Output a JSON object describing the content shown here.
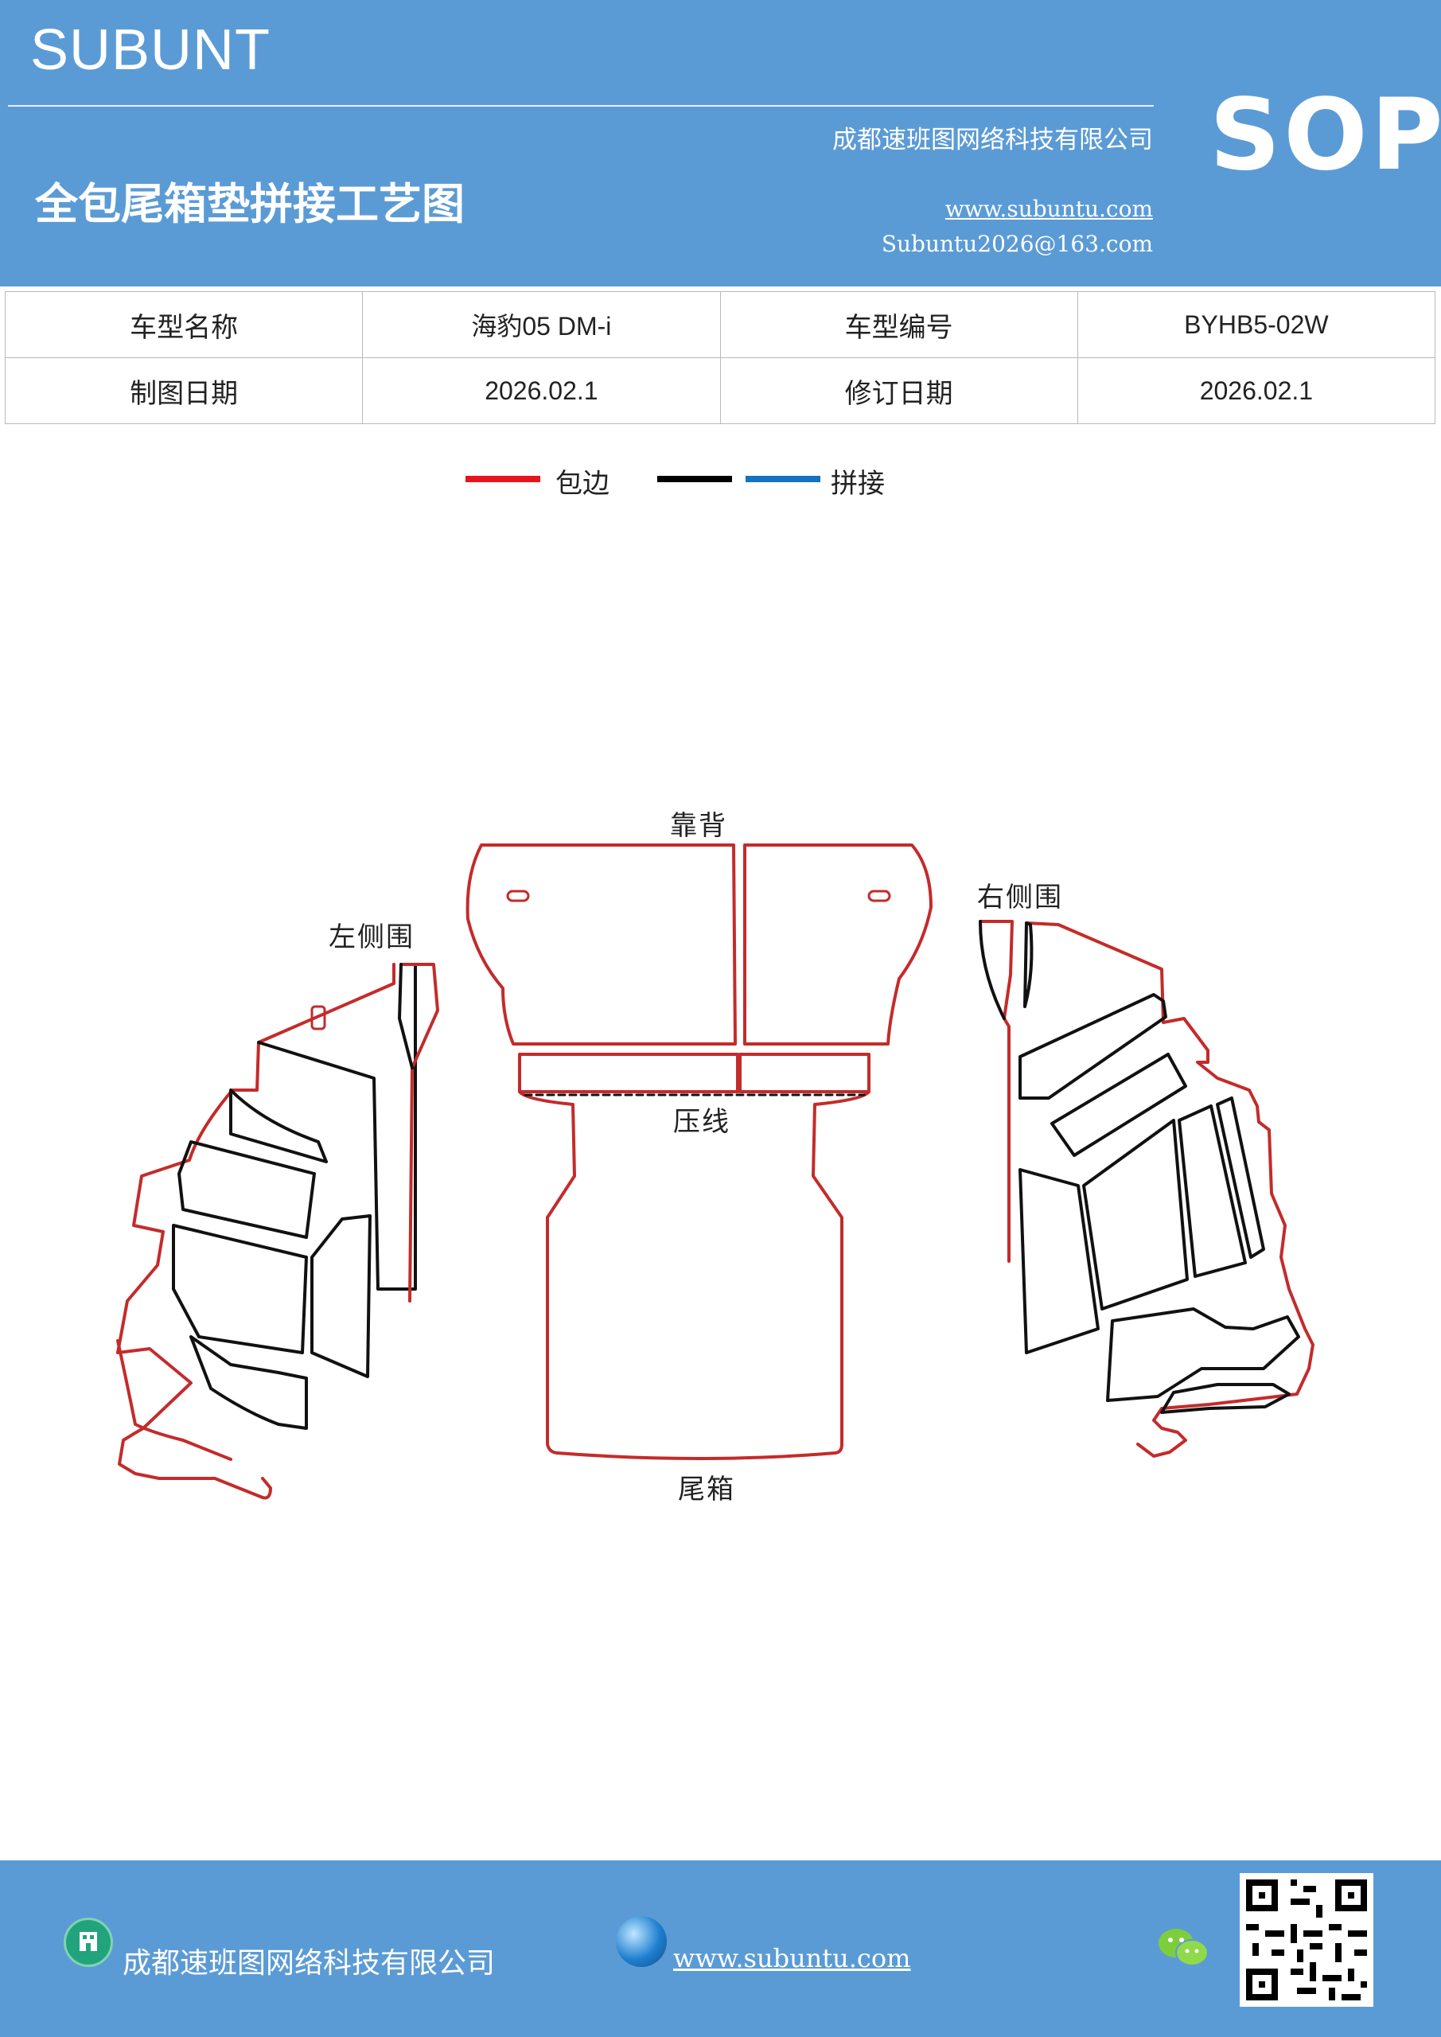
{
  "header": {
    "brand": "SUBUNT",
    "sop": "SOP",
    "company": "成都速班图网络科技有限公司",
    "title": "全包尾箱垫拼接工艺图",
    "website": "www.subuntu.com",
    "email": "Subuntu2026@163.com"
  },
  "info_table": {
    "rows": [
      [
        "车型名称",
        "海豹05  DM-i",
        "车型编号",
        "BYHB5-02W"
      ],
      [
        "制图日期",
        "2026.02.1",
        "修订日期",
        "2026.02.1"
      ]
    ]
  },
  "legend": {
    "items": [
      {
        "label": "包边",
        "color": "#e8141b"
      },
      {
        "label": "",
        "color": "#000000"
      },
      {
        "label": "拼接",
        "color": "#1372c2"
      }
    ]
  },
  "diagram": {
    "outline_color": "#c42b2b",
    "inner_color": "#111111",
    "labels": {
      "backrest": "靠背",
      "left_side": "左侧围",
      "right_side": "右侧围",
      "press_line": "压线",
      "trunk": "尾箱"
    }
  },
  "footer": {
    "company": "成都速班图网络科技有限公司",
    "website": "www.subuntu.com",
    "icons": [
      "building-icon",
      "globe-icon",
      "wechat-icon",
      "qr-code"
    ]
  }
}
